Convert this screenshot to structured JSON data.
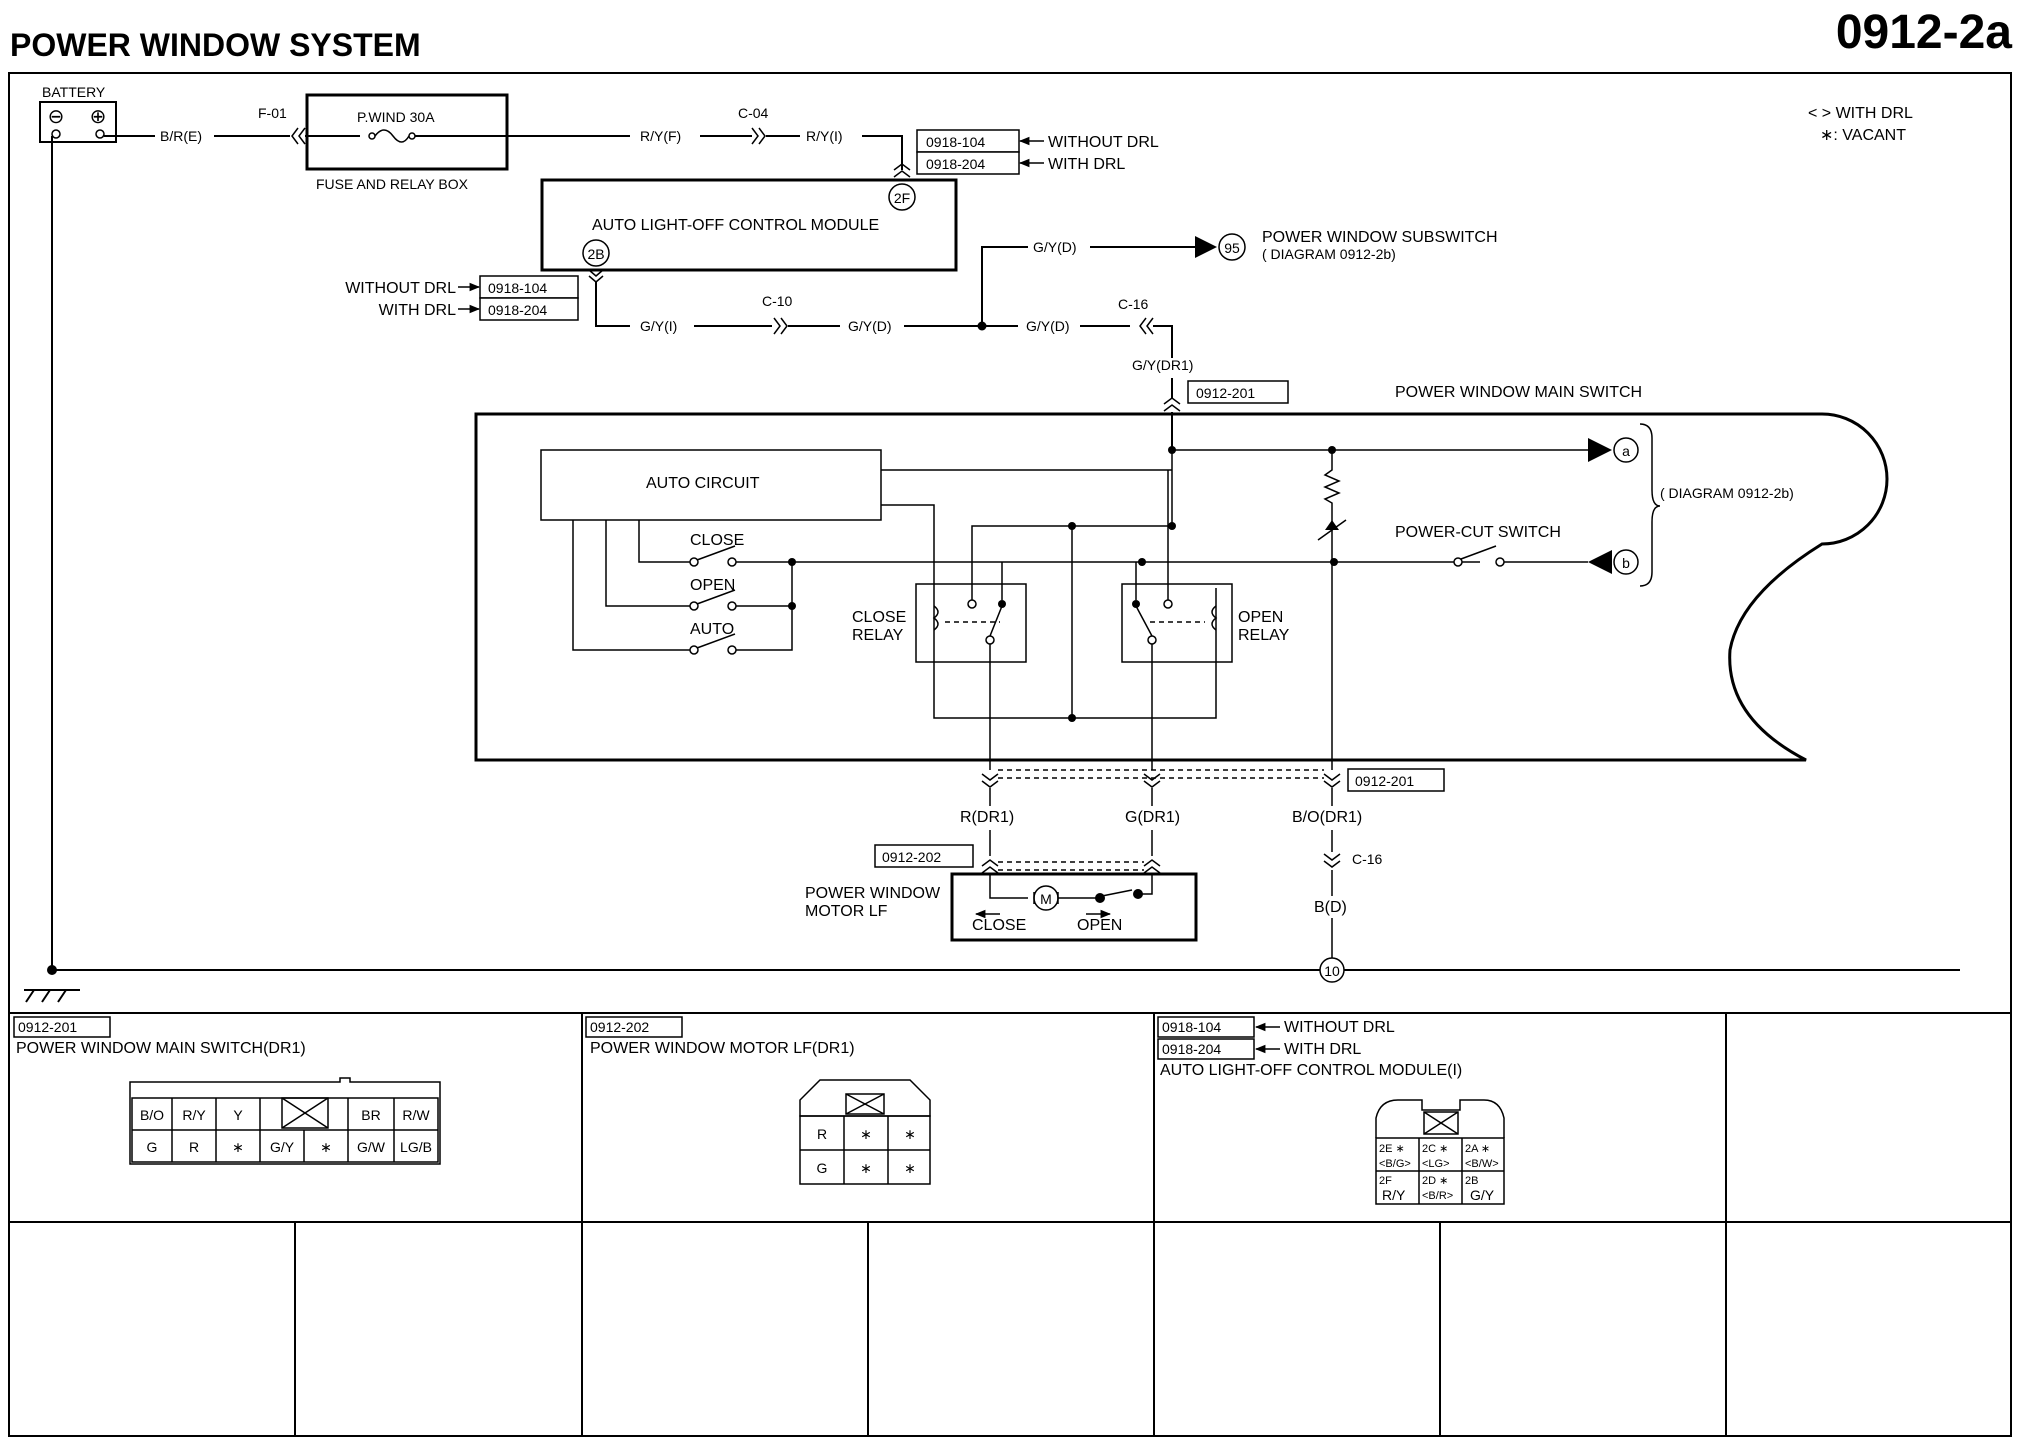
{
  "title": "POWER WINDOW SYSTEM",
  "page_code": "0912-2a",
  "legend": {
    "drl": "< > WITH DRL",
    "vacant": "∗: VACANT"
  },
  "battery": {
    "label": "BATTERY",
    "neg": "⊖",
    "pos": "⊕"
  },
  "wires": {
    "bre": "B/R(E)",
    "ryf": "R/Y(F)",
    "ryi": "R/Y(I)",
    "gyi": "G/Y(I)",
    "gyd1": "G/Y(D)",
    "gyd2": "G/Y(D)",
    "gyd3": "G/Y(D)",
    "gydr1": "G/Y(DR1)",
    "rdr1": "R(DR1)",
    "gdr1": "G(DR1)",
    "bodr1": "B/O(DR1)",
    "bd": "B(D)"
  },
  "connectors": {
    "f01": "F-01",
    "c04": "C-04",
    "c10": "C-10",
    "c16a": "C-16",
    "c16b": "C-16",
    "c2f": "2F",
    "c2b": "2B",
    "c95": "95",
    "ca": "a",
    "cb": "b",
    "c10g": "10"
  },
  "fuse": {
    "name": "P.WIND 30A",
    "box": "FUSE AND RELAY BOX"
  },
  "module": {
    "name": "AUTO LIGHT-OFF CONTROL MODULE"
  },
  "refs": {
    "r1": "0918-104",
    "r1_note": "WITHOUT DRL",
    "r2": "0918-204",
    "r2_note": "WITH DRL",
    "r3": "0918-104",
    "r3_note": "WITHOUT DRL",
    "r4": "0918-204",
    "r4_note": "WITH DRL",
    "r5": "0912-201",
    "r6": "0912-201",
    "r7": "0912-202"
  },
  "subswitch": {
    "name": "POWER WINDOW SUBSWITCH",
    "diagram": "( DIAGRAM 0912-2b)"
  },
  "main_switch": {
    "name": "POWER WINDOW MAIN SWITCH",
    "auto_circuit": "AUTO CIRCUIT",
    "close": "CLOSE",
    "open": "OPEN",
    "auto": "AUTO",
    "close_relay": [
      "CLOSE",
      "RELAY"
    ],
    "open_relay": [
      "OPEN",
      "RELAY"
    ],
    "power_cut": "POWER-CUT SWITCH",
    "diagram": "( DIAGRAM 0912-2b)"
  },
  "motor": {
    "name": [
      "POWER WINDOW",
      "MOTOR LF"
    ],
    "m": "M",
    "close": "CLOSE",
    "open": "OPEN"
  },
  "panels": {
    "p1": {
      "code": "0912-201",
      "title": "POWER WINDOW MAIN SWITCH(DR1)",
      "top": [
        "B/O",
        "R/Y",
        "Y",
        "BR",
        "R/W"
      ],
      "bottom": [
        "G",
        "R",
        "∗",
        "G/Y",
        "∗",
        "G/W",
        "LG/B"
      ]
    },
    "p2": {
      "code": "0912-202",
      "title": "POWER WINDOW MOTOR LF(DR1)",
      "rows": [
        [
          "R",
          "∗",
          "∗"
        ],
        [
          "G",
          "∗",
          "∗"
        ]
      ]
    },
    "p3": {
      "code1": "0918-104",
      "note1": "WITHOUT DRL",
      "code2": "0918-204",
      "note2": "WITH DRL",
      "title": "AUTO LIGHT-OFF CONTROL MODULE(I)",
      "pins": [
        [
          "2E ∗",
          "<B/G>"
        ],
        [
          "2C ∗",
          "<LG>"
        ],
        [
          "2A ∗",
          "<B/W>"
        ],
        [
          "2F",
          "R/Y"
        ],
        [
          "2D ∗",
          "<B/R>"
        ],
        [
          "2B",
          "G/Y"
        ]
      ]
    }
  }
}
